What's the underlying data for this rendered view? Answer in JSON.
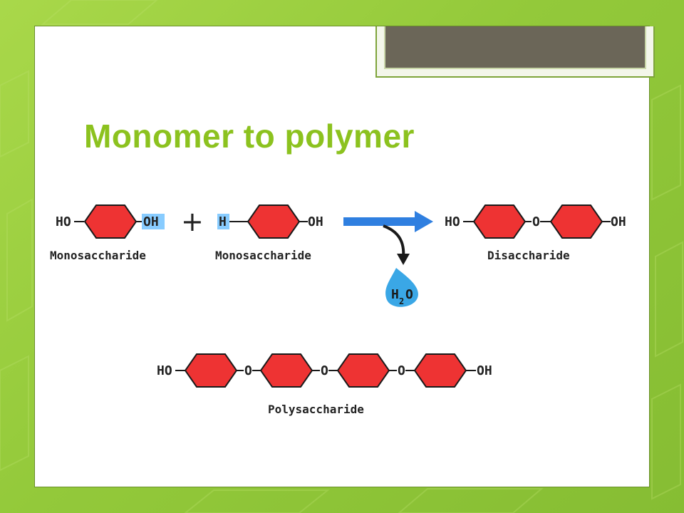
{
  "slide": {
    "title": "Monomer to polymer"
  },
  "colors": {
    "background": "#93c93a",
    "title": "#8cc21f",
    "ring_fill": "#ee3333",
    "arrow": "#2f7fe0",
    "highlight": "#88ccff",
    "water": "#3aa7e6"
  },
  "diagram": {
    "hydroxyl": "HO",
    "hydroxyl_right": "OH",
    "oxygen_link": "O",
    "hydrogen": "H",
    "plus": "+",
    "water_h": "H",
    "water_sub": "2",
    "water_o": "O",
    "monosaccharide_1": "Monosaccharide",
    "monosaccharide_2": "Monosaccharide",
    "disaccharide": "Disaccharide",
    "polysaccharide": "Polysaccharide"
  }
}
